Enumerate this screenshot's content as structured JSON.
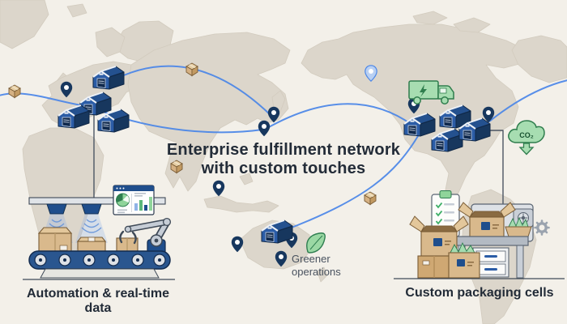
{
  "title": {
    "line1": "Enterprise fulfillment network",
    "line2": "with custom touches"
  },
  "captions": {
    "automation": "Automation & real-time data",
    "packaging": "Custom packaging cells"
  },
  "map_annotations": {
    "greener_line1": "Greener",
    "greener_line2": "operations",
    "co2_badge": "CO₂"
  },
  "colors": {
    "background": "#f3f0e9",
    "landmass": "#dcd6cb",
    "route_blue": "#4a86e8",
    "warehouse_navy": "#1f4e8c",
    "warehouse_dark": "#17375e",
    "eco_green": "#a7ddb1",
    "eco_green_dark": "#2f7d4d",
    "parcel_kraft": "#d9b98c",
    "machine_gray": "#c6cdd6",
    "text_dark": "#232c38"
  },
  "icons": [
    "warehouse-icon",
    "location-pin-icon",
    "location-pin-light-icon",
    "parcel-box-icon",
    "electric-truck-icon",
    "co2-reduction-icon",
    "leaf-icon",
    "scanner-icon",
    "scan-beam",
    "dashboard-icon",
    "pie-chart-icon",
    "bar-chart-icon",
    "robotic-arm-icon",
    "conveyor-belt",
    "checklist-icon",
    "gear-icon",
    "packing-station",
    "tissue-tray-icon"
  ]
}
